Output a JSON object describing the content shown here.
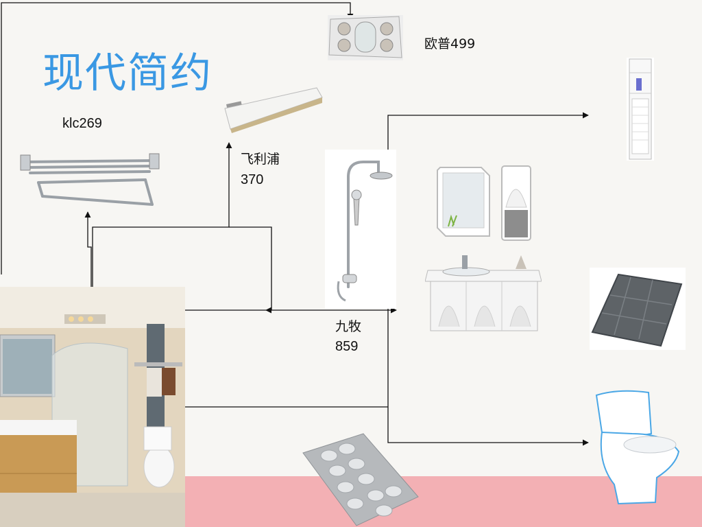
{
  "slide": {
    "title": "现代简约",
    "background_color": "#f7f6f3",
    "title_color": "#3a98e3",
    "floor_band_color": "#f3b0b4"
  },
  "labels": {
    "heater": "欧普499",
    "towel_rack": "klc269",
    "bath_light_line1": "飞利浦",
    "bath_light_line2": "370",
    "shower_line1": "九牧",
    "shower_line2": "859"
  },
  "products": [
    {
      "name": "bath-heater",
      "icon": "ceiling-heater-icon"
    },
    {
      "name": "bath-light",
      "icon": "wall-light-icon"
    },
    {
      "name": "towel-rack",
      "icon": "towel-rack-icon"
    },
    {
      "name": "shower-set",
      "icon": "shower-icon"
    },
    {
      "name": "mirror-cabinet",
      "icon": "mirror-icon"
    },
    {
      "name": "vanity",
      "icon": "sink-cabinet-icon"
    },
    {
      "name": "tall-cabinet",
      "icon": "cabinet-icon"
    },
    {
      "name": "bath-mat-dark",
      "icon": "mat-icon"
    },
    {
      "name": "floor-rug",
      "icon": "rug-icon"
    },
    {
      "name": "toilet",
      "icon": "toilet-icon"
    }
  ]
}
